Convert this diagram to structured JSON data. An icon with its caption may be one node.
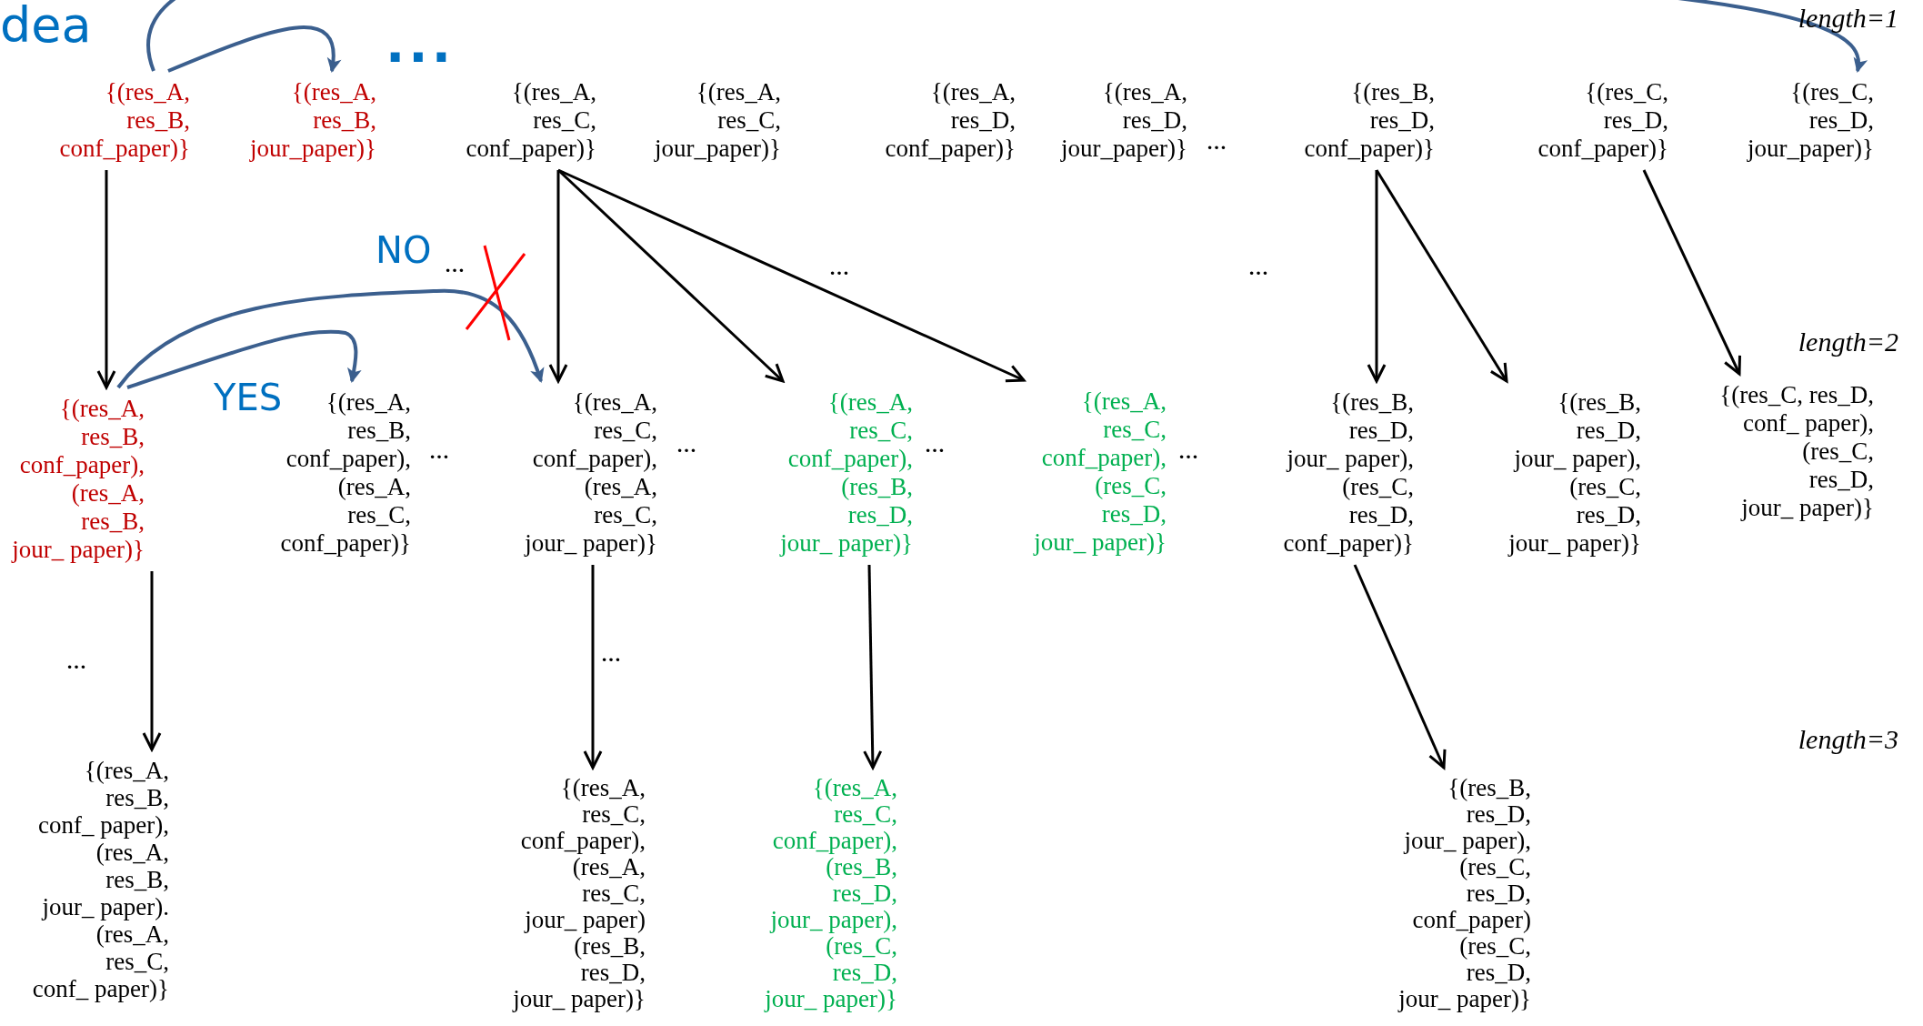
{
  "diagram": {
    "title": "dea",
    "nodes": [
      {
        "text": [
          "{(res_A, res_B, conf_paper)}"
        ]
      },
      {
        "text": [
          "{(res_A, res_B, jour_paper)}"
        ]
      },
      {
        "text": [
          "{(res_A, res_C, conf_paper)}"
        ]
      },
      {
        "text": [
          "{(res_A, res_C, jour_paper)}"
        ]
      },
      {
        "text": [
          "{(res_A, res_D, conf_paper)}"
        ]
      },
      {
        "text": [
          "{(res_A, res_D, jour_paper)}"
        ]
      },
      {
        "text": [
          "{(res_B, res_D, conf_paper)}"
        ]
      },
      {
        "text": [
          "{(res_C, res_D, conf_paper)}"
        ]
      },
      {
        "text": [
          "{(res_C, res_D, jour_paper)}"
        ]
      },
      {
        "text": [
          "{(res_A, res_B, conf_paper), (res_A, res_B, jour_ paper)}"
        ]
      },
      {
        "text": [
          "{(res_A, res_B, conf_paper), (res_A, res_C, conf_paper)}"
        ]
      },
      {
        "text": [
          "{(res_A, res_C, conf_paper), (res_A, res_C, jour_ paper)}"
        ]
      },
      {
        "text": [
          "{(res_A, res_C, conf_paper), (res_B, res_D, jour_ paper)}"
        ]
      },
      {
        "text": [
          "{(res_A, res_C, conf_paper), (res_C, res_D, jour_ paper)}"
        ]
      },
      {
        "text": [
          "{(res_B, res_D, jour_ paper), (res_C, res_D, conf_paper)}"
        ]
      },
      {
        "text": [
          "{(res_B, res_D, jour_ paper), (res_C, res_D, jour_ paper)}"
        ]
      },
      {
        "text": [
          "{(res_C, res_D, conf_ paper), (res_C, res_D, jour_ paper)}"
        ]
      },
      {
        "text": [
          "{(res_A, res_B, conf_ paper), (res_A, res_B, jour_ paper). (res_A, res_C, conf_ paper)}"
        ]
      },
      {
        "text": [
          "{(res_A, res_C, conf_paper), (res_A, res_C, jour_ paper) (res_B, res_D, jour_ paper)}"
        ]
      },
      {
        "text": [
          "{(res_A, res_C, conf_paper), (res_B, res_D, jour_ paper), (res_C, res_D, jour_ paper)}"
        ]
      },
      {
        "text": [
          "{(res_B, res_D, jour_ paper), (res_C, res_D, conf_paper) (res_C, res_D, jour_ paper)}"
        ]
      }
    ],
    "edges": [
      {
        "from": 0,
        "to": 8,
        "arrow": "to",
        "color": "#3b5f8e"
      },
      {
        "from": 0,
        "to": 1,
        "arrow": "to",
        "color": "#3b5f8e"
      },
      {
        "from": 0,
        "to": 9,
        "arrow": "to"
      },
      {
        "from": 2,
        "to": 11,
        "arrow": "to"
      },
      {
        "from": 2,
        "to": 12,
        "arrow": "to"
      },
      {
        "from": 2,
        "to": 13,
        "arrow": "to"
      },
      {
        "from": 6,
        "to": 14,
        "arrow": "to"
      },
      {
        "from": 6,
        "to": 15,
        "arrow": "to"
      },
      {
        "from": 7,
        "to": 16,
        "arrow": "to"
      },
      {
        "from": 9,
        "to": 11,
        "label": "NO",
        "arrow": "to",
        "color": "#3b5f8e"
      },
      {
        "from": 9,
        "to": 10,
        "label": "YES",
        "arrow": "to",
        "color": "#3b5f8e"
      },
      {
        "from": 9,
        "to": 17,
        "arrow": "to"
      },
      {
        "from": 11,
        "to": 18,
        "arrow": "to"
      },
      {
        "from": 12,
        "to": 19,
        "arrow": "to"
      },
      {
        "from": 14,
        "to": 20,
        "arrow": "to"
      }
    ],
    "labels": [
      "...",
      "length=1",
      "…",
      "…",
      "…",
      "…",
      "length=2",
      "…",
      "…",
      "…",
      "…",
      "…",
      "…",
      "length=3"
    ]
  }
}
